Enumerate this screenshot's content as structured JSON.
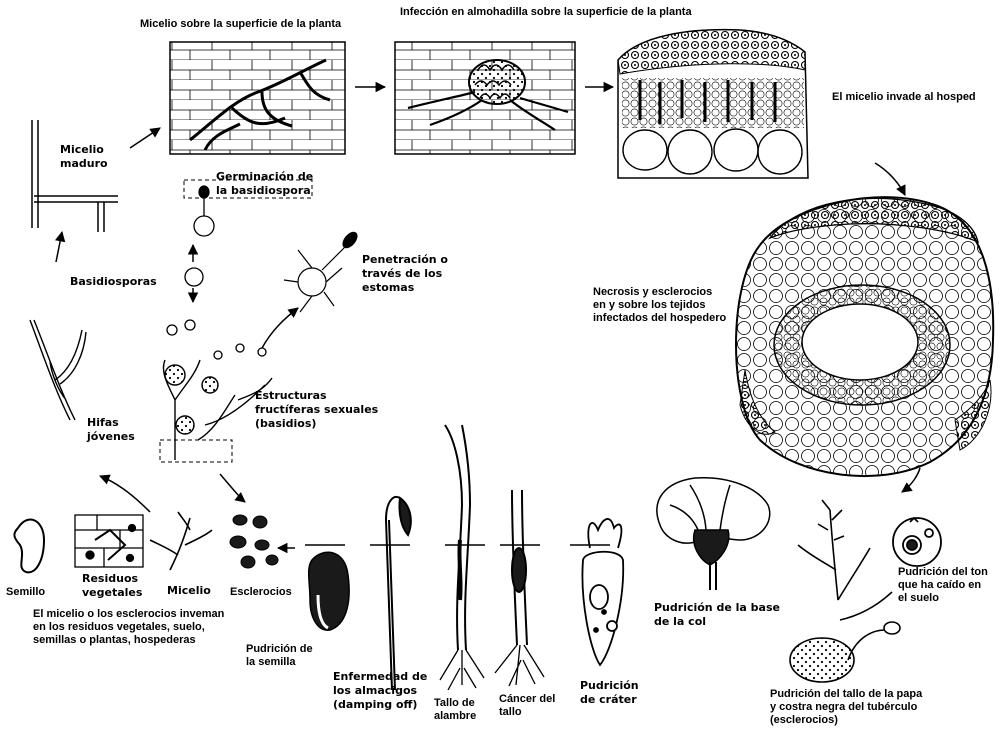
{
  "colors": {
    "ink": "#000000",
    "paper": "#ffffff",
    "dark_fill": "#1a1a1a",
    "mid_gray": "#888888"
  },
  "icons": [
    "mycelium-surface-drawing",
    "infection-cushion-drawing",
    "mycelium-invasion-drawing",
    "stem-cross-section-drawing",
    "cabbage-icon",
    "tomato-icon",
    "potato-plant-icon",
    "carrot-icon",
    "seedling-icon",
    "seed-icon",
    "sclerotia-icon",
    "basidia-icon",
    "basidiospore-icon",
    "hyphae-icon",
    "arrow-icon"
  ],
  "labels": {
    "micelio_superficie": "Micelio sobre la superficie de la planta",
    "infeccion_almohadilla": "Infección en almohadilla sobre la superficie de la planta",
    "micelio_invade": "El micelio invade al hosped",
    "micelio_maduro": "Micelio\nmaduro",
    "germinacion": "Germinación de\nla basidiospora",
    "penetracion": "Penetración o\ntravés de los\nestomas",
    "basidiosporas": "Basidiosporas",
    "necrosis": "Necrosis y esclerocios\nen y sobre los tejidos\ninfectados del hospedero",
    "hifas": "Hifas\njóvenes",
    "estructuras": "Estructuras\nfructíferas sexuales\n(basidios)",
    "semilla": "Semillo",
    "residuos": "Residuos\nvegetales",
    "micelio": "Micelio",
    "esclerocios": "Esclerocios",
    "invernan": "El micelio o los esclerocios inveman\nen los residuos vegetales, suelo,\nsemillas o plantas, hospederas",
    "pudricion_semilla": "Pudrición de\nla semilla",
    "enfermedad": "Enfermedad de\nlos almacigos\n(damping off)",
    "tallo_alambre": "Tallo de\nalambre",
    "cancer": "Cáncer del\ntallo",
    "crater": "Pudrición\nde cráter",
    "base_col": "Pudrición de la base\nde la col",
    "tomate": "Pudrición del ton\nque ha caído en\nel suelo",
    "papa": "Pudrición del tallo de la papa\ny costra negra del tubérculo\n(esclerocios)"
  }
}
